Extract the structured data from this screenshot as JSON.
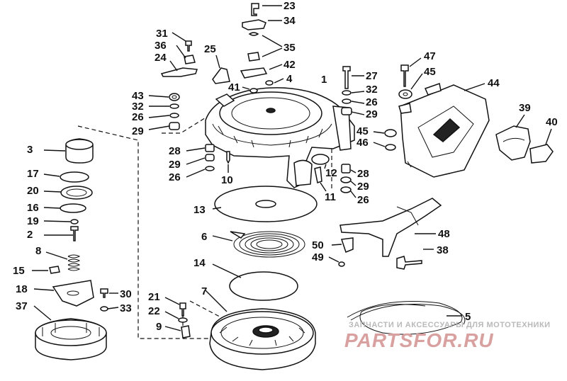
{
  "callouts": {
    "n1": "1",
    "n2": "2",
    "n3": "3",
    "n4": "4",
    "n5": "5",
    "n6": "6",
    "n7": "7",
    "n8": "8",
    "n9": "9",
    "n10": "10",
    "n11": "11",
    "n12": "12",
    "n13": "13",
    "n14": "14",
    "n15": "15",
    "n16": "16",
    "n17": "17",
    "n18": "18",
    "n19": "19",
    "n20": "20",
    "n21": "21",
    "n22": "22",
    "n23": "23",
    "n24": "24",
    "n25": "25",
    "n26": "26",
    "n27": "27",
    "n28": "28",
    "n29": "29",
    "n30": "30",
    "n31": "31",
    "n32": "32",
    "n33": "33",
    "n34": "34",
    "n35": "35",
    "n36": "36",
    "n37": "37",
    "n38": "38",
    "n39": "39",
    "n40": "40",
    "n41": "41",
    "n42": "42",
    "n43": "43",
    "n44": "44",
    "n45": "45",
    "n46": "46",
    "n47": "47",
    "n48": "48",
    "n49": "49",
    "n50": "50"
  },
  "watermark": {
    "tagline": "ЗАПЧАСТИ И АКСЕССУАРЫ ДЛЯ МОТОТЕХНИКИ",
    "brand": "PARTSFOR.RU"
  }
}
